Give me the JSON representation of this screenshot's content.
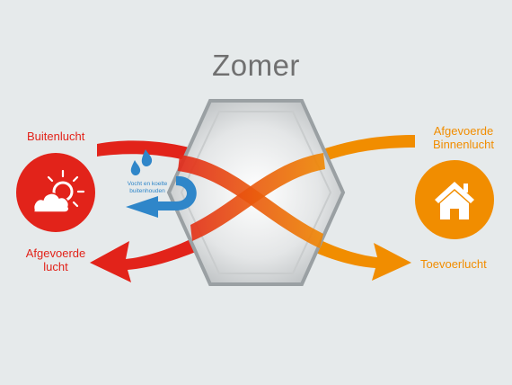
{
  "title": "Zomer",
  "labels": {
    "buitenlucht": "Buitenlucht",
    "afgevoerde_lucht_line1": "Afgevoerde",
    "afgevoerde_lucht_line2": "lucht",
    "afgevoerde_binnenlucht_line1": "Afgevoerde",
    "afgevoerde_binnenlucht_line2": "Binnenlucht",
    "toevoerlucht": "Toevoerlucht",
    "vocht_line1": "Vocht en koelte",
    "vocht_line2": "buitenhouden"
  },
  "icons": {
    "outdoor": "sun-cloud-icon",
    "indoor": "house-icon",
    "moisture": "water-drops-icon"
  },
  "colors": {
    "red": "#e2231a",
    "orange": "#f18d00",
    "blue": "#2f86c9",
    "background": "#e6eaeb"
  }
}
